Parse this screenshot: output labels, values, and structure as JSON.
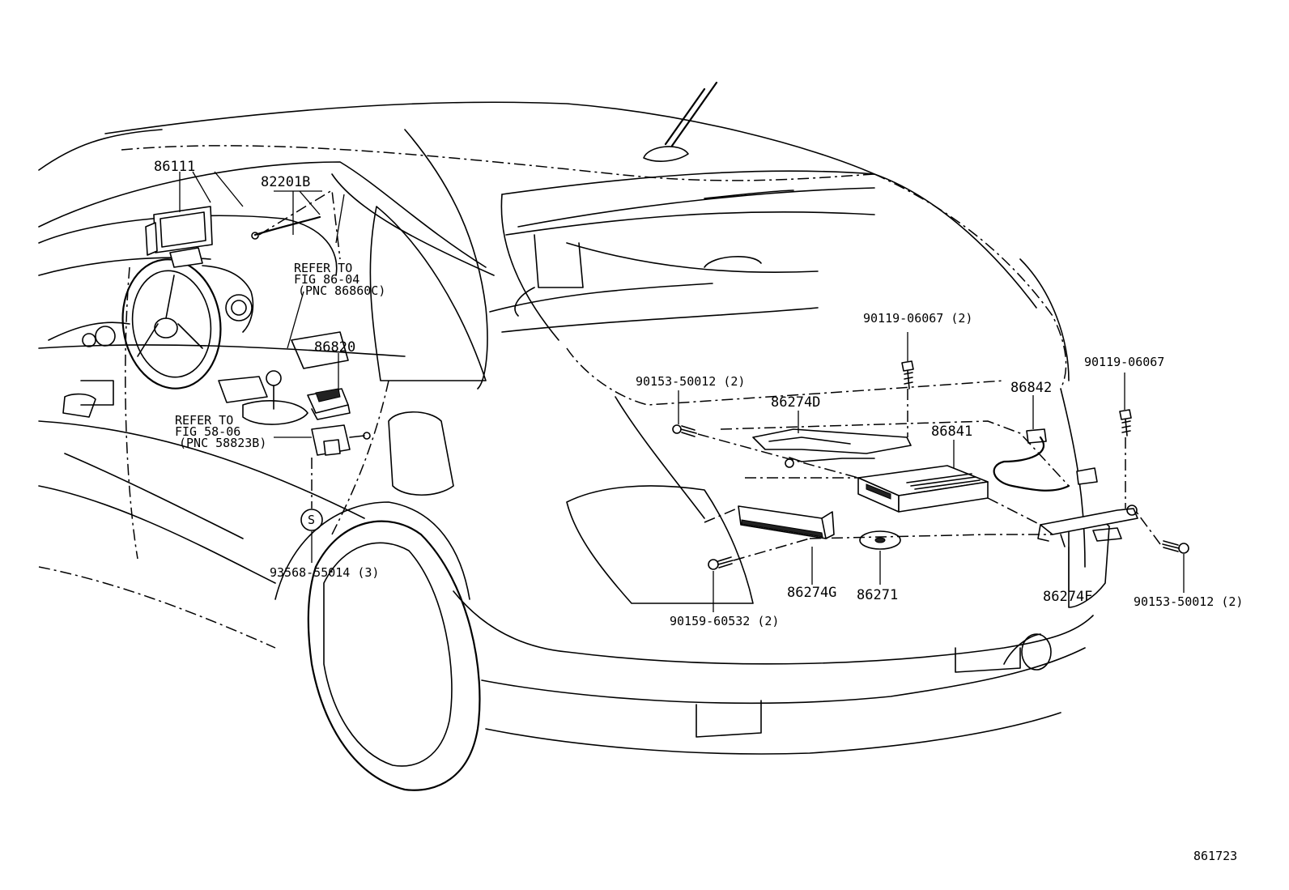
{
  "callouts": {
    "p86111": "86111",
    "p82201B": "82201B",
    "refer1_line1": "REFER TO",
    "refer1_line2": "FIG 86-04",
    "refer1_line3": "(PNC 86860C)",
    "p86820": "86820",
    "refer2_line1": "REFER TO",
    "refer2_line2": "FIG 58-06",
    "refer2_line3": "(PNC 58823B)",
    "sym_s": "S",
    "p93568": "93568-55014 (3)",
    "p90119_a": "90119-06067 (2)",
    "p90119_b": "90119-06067",
    "p90153_a": "90153-50012 (2)",
    "p86274D": "86274D",
    "p86842": "86842",
    "p86841": "86841",
    "p90159": "90159-60532 (2)",
    "p86274G": "86274G",
    "p86271": "86271",
    "p86274F": "86274F",
    "p90153_b": "90153-50012 (2)",
    "figure_id": "861723"
  }
}
